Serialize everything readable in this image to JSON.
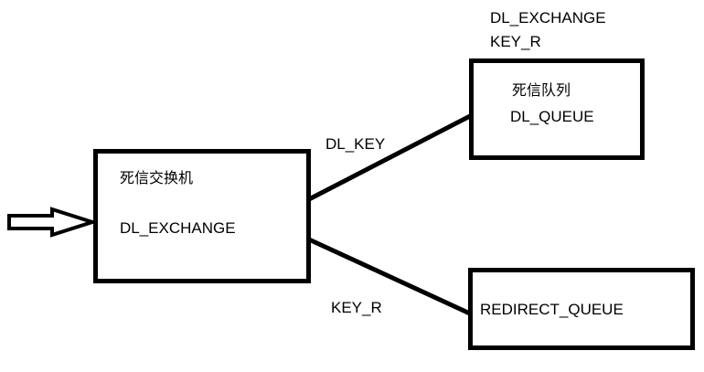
{
  "diagram": {
    "background_color": "#ffffff",
    "line_color": "#000000",
    "nodes": {
      "exchange": {
        "title": "死信交换机",
        "name": "DL_EXCHANGE"
      },
      "dl_queue": {
        "title": "死信队列",
        "name": "DL_QUEUE"
      },
      "redirect_queue": {
        "name": "REDIRECT_QUEUE"
      }
    },
    "edges": {
      "to_dl_queue": {
        "label": "DL_KEY"
      },
      "to_redirect_queue": {
        "label": "KEY_R"
      }
    },
    "annotations": {
      "top_right_line1": "DL_EXCHANGE",
      "top_right_line2": "KEY_R"
    },
    "icons": {
      "input_arrow": "right-block-arrow"
    }
  }
}
